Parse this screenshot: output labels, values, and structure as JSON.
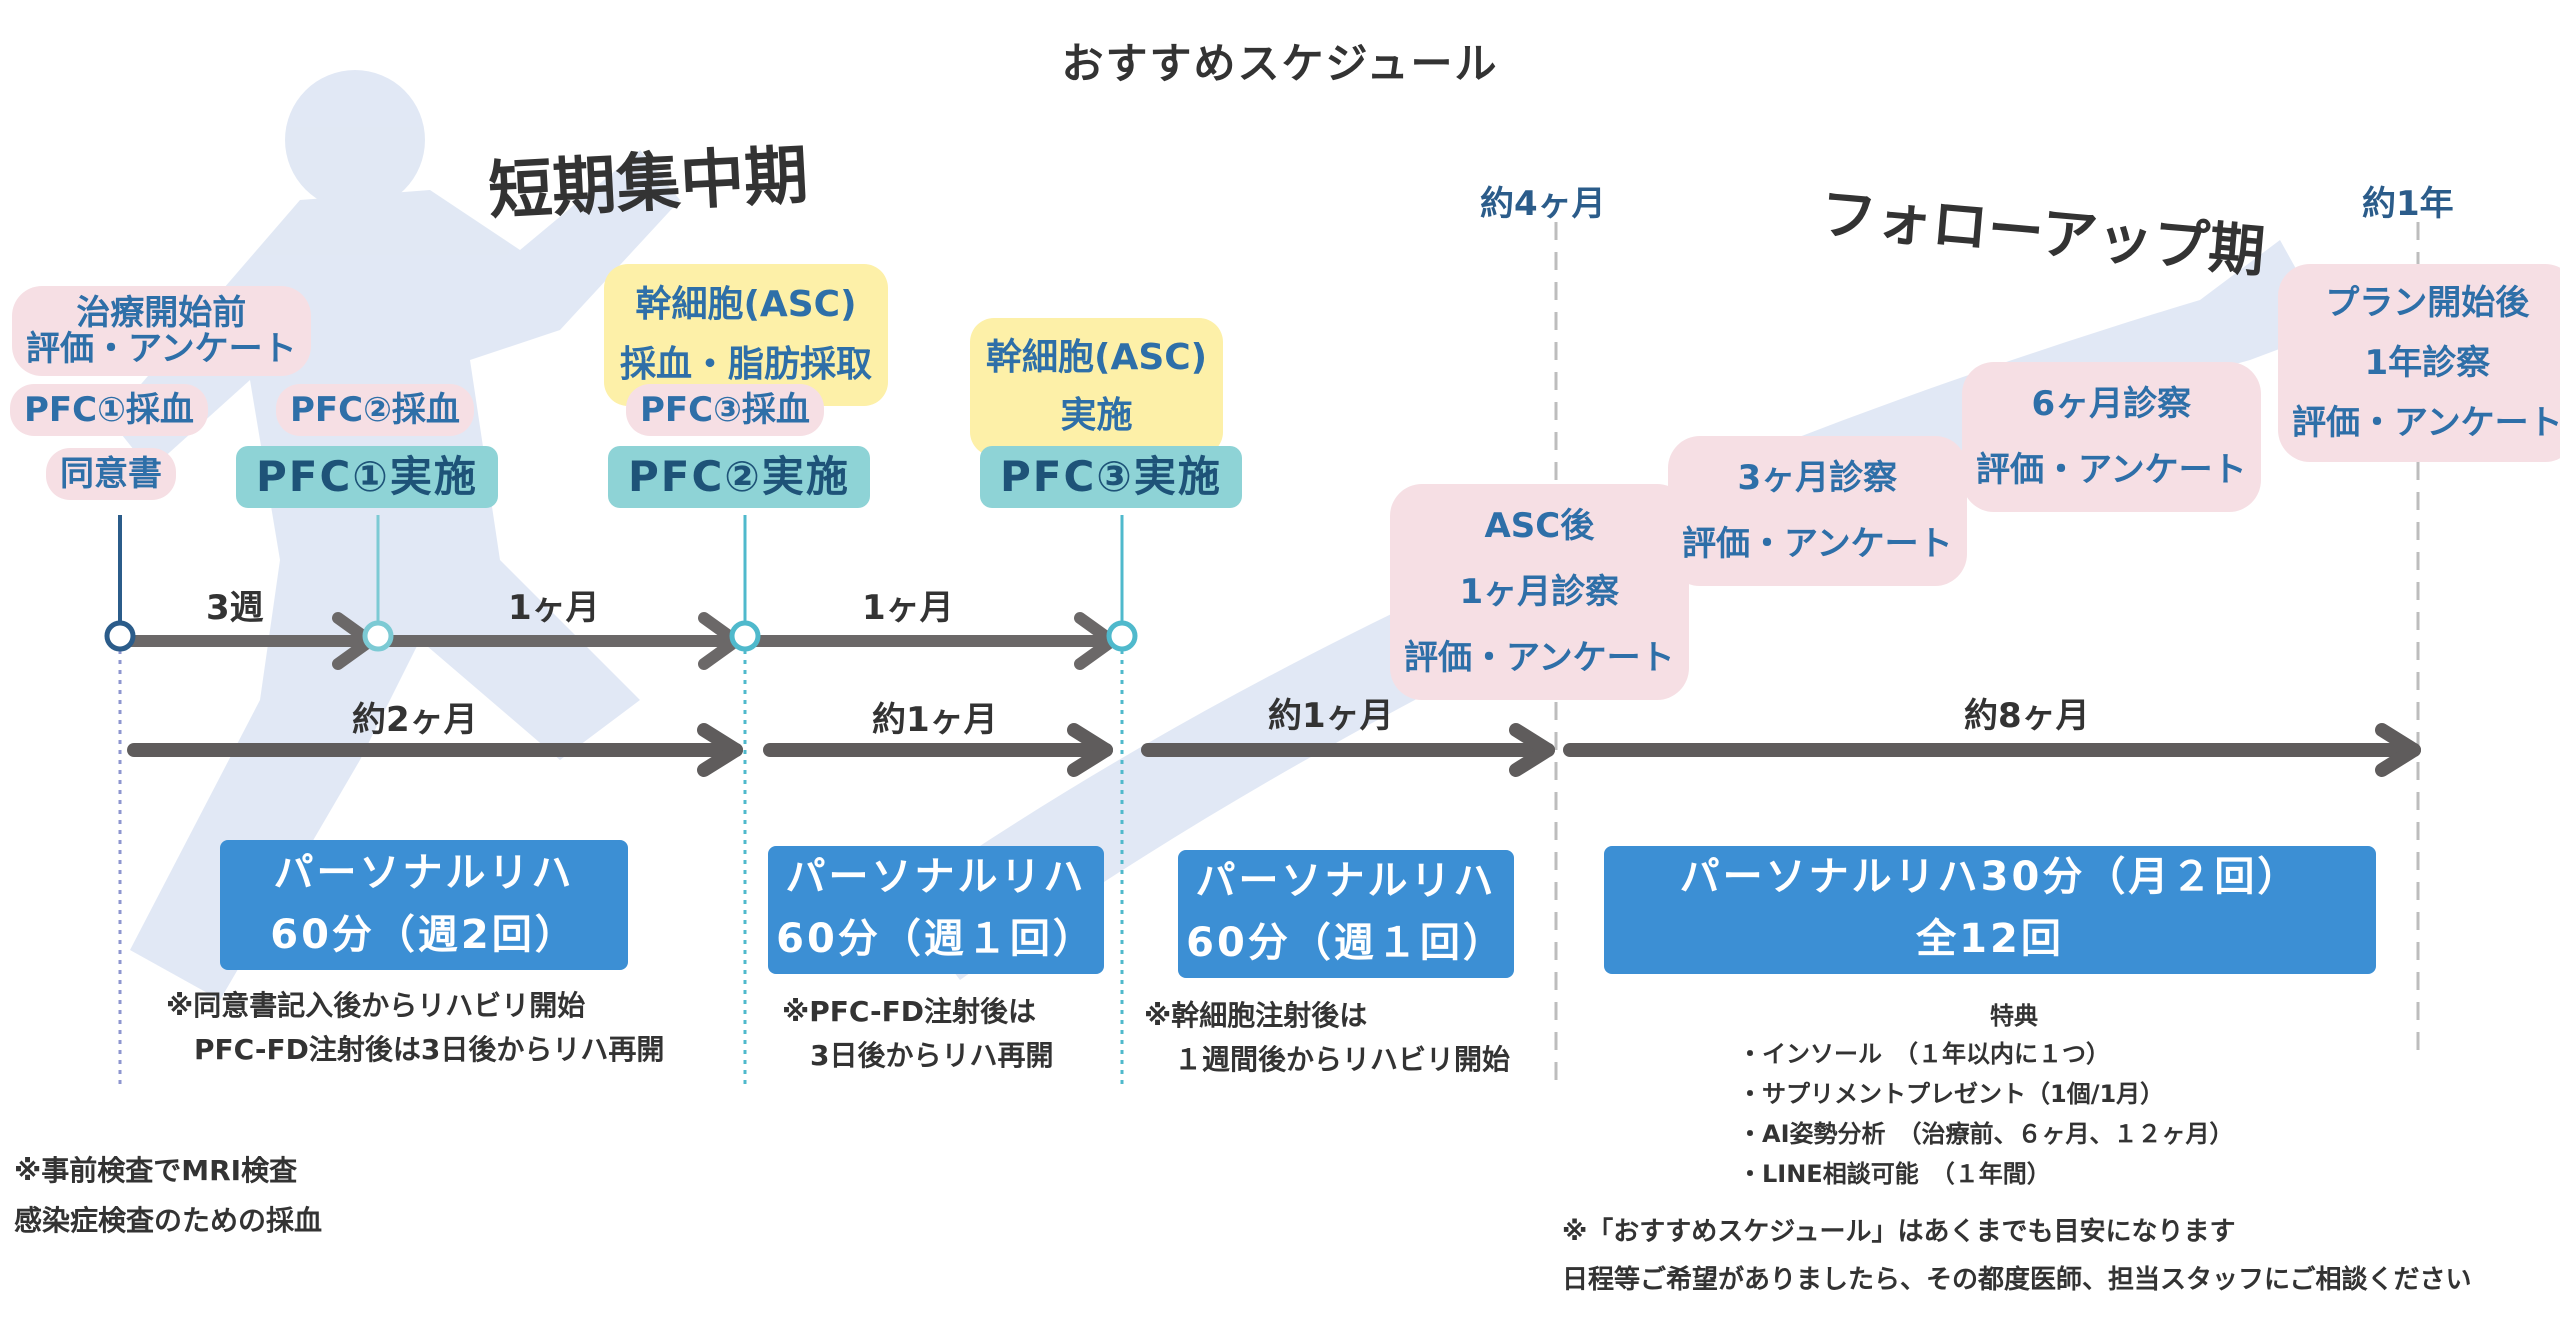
{
  "title": "おすすめスケジュール",
  "phases": {
    "short": "短期集中期",
    "follow": "フォローアップ期"
  },
  "time_markers": {
    "four_months": "約4ヶ月",
    "one_year": "約1年"
  },
  "events": {
    "e1_a": "治療開始前",
    "e1_b": "評価・アンケート",
    "e1_c": "PFC①採血",
    "e1_d": "同意書",
    "e2_a": "PFC②採血",
    "e2_b": "PFC①実施",
    "e3_a": "幹細胞(ASC)",
    "e3_b": "採血・脂肪採取",
    "e3_c": "PFC③採血",
    "e3_d": "PFC②実施",
    "e4_a": "幹細胞(ASC)",
    "e4_b": "実施",
    "e4_c": "PFC③実施",
    "f1_a": "ASC後",
    "f1_b": "1ヶ月診察",
    "f1_c": "評価・アンケート",
    "f2_a": "3ヶ月診察",
    "f2_b": "評価・アンケート",
    "f3_a": "6ヶ月診察",
    "f3_b": "評価・アンケート",
    "f4_a": "プラン開始後",
    "f4_b": "1年診察",
    "f4_c": "評価・アンケート"
  },
  "intervals_top": [
    "3週",
    "1ヶ月",
    "1ヶ月"
  ],
  "intervals_bottom": [
    "約2ヶ月",
    "約1ヶ月",
    "約1ヶ月",
    "約8ヶ月"
  ],
  "rehab": [
    {
      "line1": "パーソナルリハ",
      "line2": "60分（週2回）"
    },
    {
      "line1": "パーソナルリハ",
      "line2": "60分（週１回）"
    },
    {
      "line1": "パーソナルリハ",
      "line2": "60分（週１回）"
    },
    {
      "line1": "パーソナルリハ30分（月２回）",
      "line2": "全12回"
    }
  ],
  "notes": {
    "n1_a": "※同意書記入後からリハビリ開始",
    "n1_b": "PFC-FD注射後は3日後からリハ再開",
    "n2_a": "※PFC-FD注射後は",
    "n2_b": "3日後からリハ再開",
    "n3_a": "※幹細胞注射後は",
    "n3_b": "１週間後からリハビリ開始"
  },
  "bonus": {
    "title": "特典",
    "items": [
      "・インソール　（１年以内に１つ）",
      "・サプリメントプレゼント（1個/1月）",
      "・AI姿勢分析　（治療前、６ヶ月、１２ヶ月）",
      "・LINE相談可能　（１年間）"
    ]
  },
  "pre_check": {
    "line1": "※事前検査でMRI検査",
    "line2": "感染症検査のための採血"
  },
  "footnote": {
    "line1": "※「おすすめスケジュール」はあくまでも目安になります",
    "line2": "日程等ご希望がありましたら、その都度医師、担当スタッフにご相談ください"
  },
  "colors": {
    "pink": "#f6dfe4",
    "yellow": "#fdf0a8",
    "teal": "#8ed3d6",
    "rehab_blue": "#3c8fd4",
    "label_blue": "#2e6fa8",
    "arrow_gray": "#6b6868",
    "navy": "#2b5c8a"
  }
}
